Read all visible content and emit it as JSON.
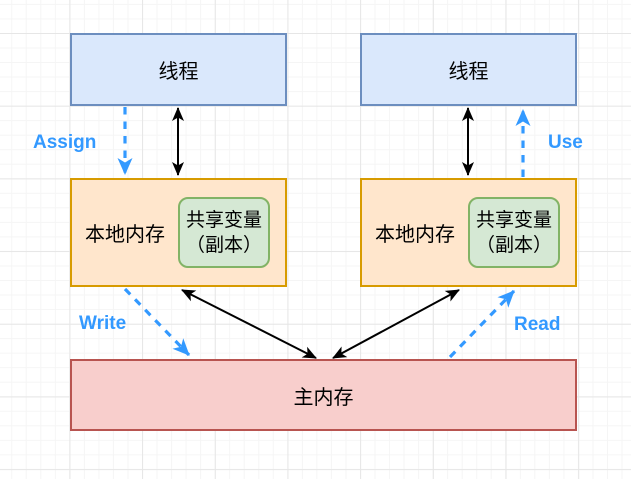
{
  "diagram": {
    "threads": [
      {
        "label": "线程"
      },
      {
        "label": "线程"
      }
    ],
    "local_memories": [
      {
        "label": "本地内存",
        "shared_variable": {
          "line1": "共享变量",
          "line2": "（副本）"
        }
      },
      {
        "label": "本地内存",
        "shared_variable": {
          "line1": "共享变量",
          "line2": "（副本）"
        }
      }
    ],
    "main_memory": {
      "label": "主内存"
    },
    "edge_labels": {
      "assign": "Assign",
      "use": "Use",
      "write": "Write",
      "read": "Read"
    },
    "colors": {
      "thread_fill": "#dae8fc",
      "thread_border": "#6c8ebf",
      "local_memory_fill": "#ffe6cc",
      "local_memory_border": "#d79b00",
      "shared_variable_fill": "#d5e8d4",
      "shared_variable_border": "#82b366",
      "main_memory_fill": "#f8cecc",
      "main_memory_border": "#b85450",
      "operation_arrow": "#3399ff",
      "sync_arrow": "#000000"
    }
  }
}
